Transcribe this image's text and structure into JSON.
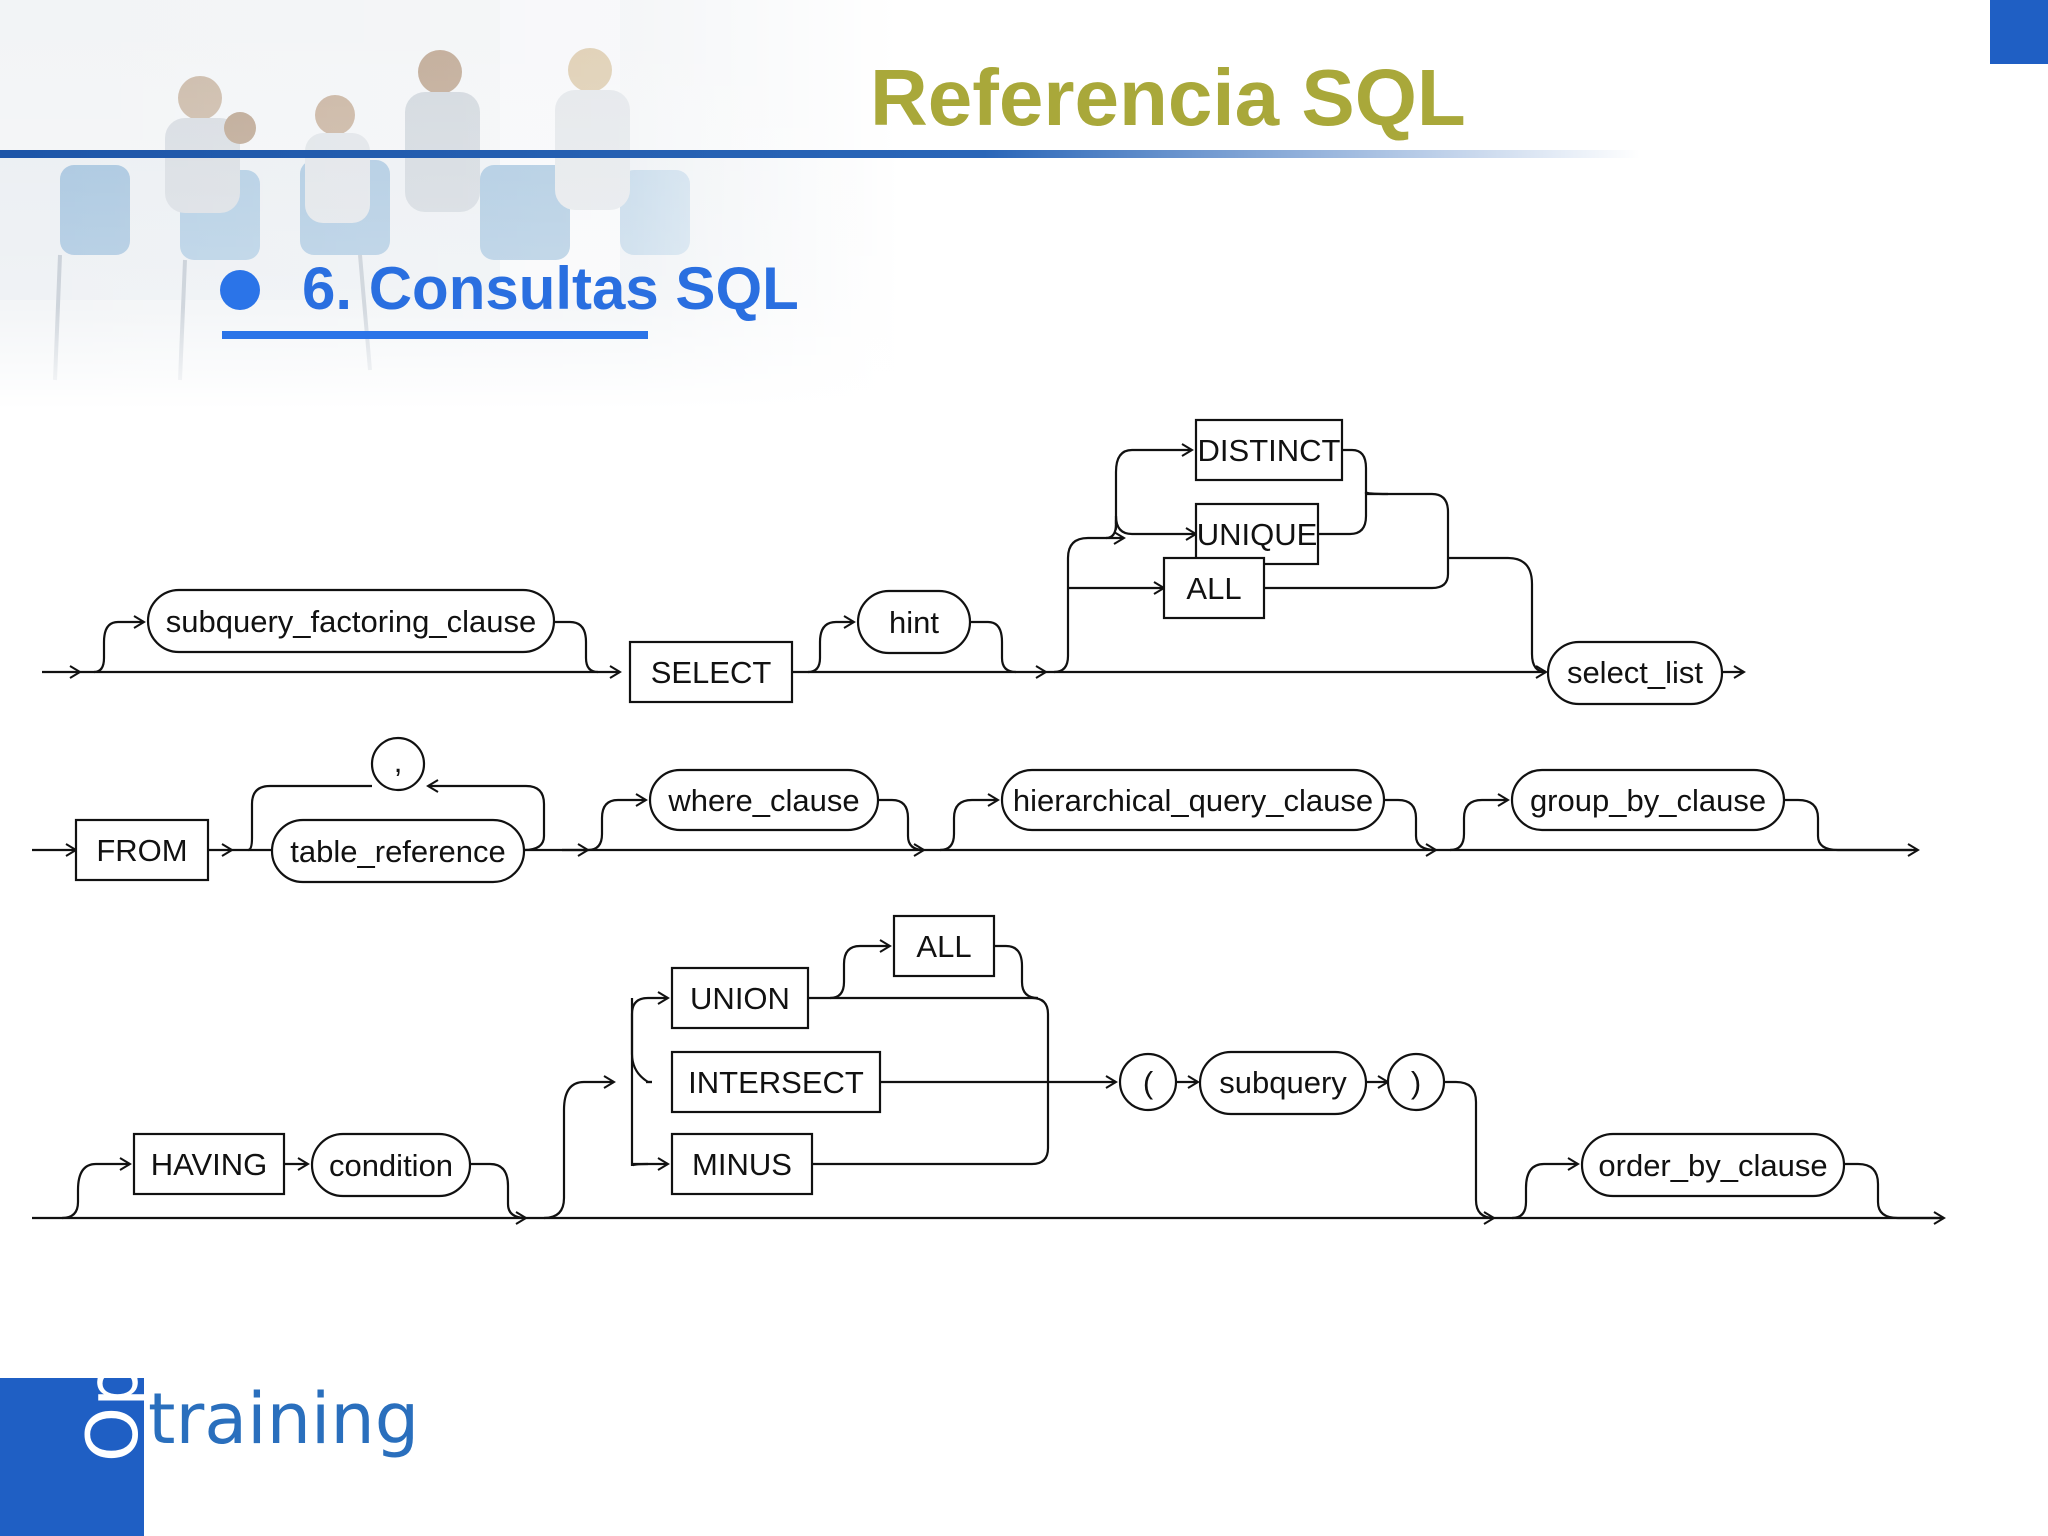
{
  "slide": {
    "title": "Referencia SQL",
    "subtitle": "6. Consultas SQL",
    "logo_open": "Open",
    "logo_training": "training"
  },
  "colors": {
    "title": "#a9a83a",
    "subtitle": "#2a6fe0",
    "brand_blue": "#1f5fc4",
    "line": "#111111"
  },
  "diagram": {
    "row1": {
      "subquery_factoring_clause": "subquery_factoring_clause",
      "select": "SELECT",
      "hint": "hint",
      "distinct": "DISTINCT",
      "unique": "UNIQUE",
      "all": "ALL",
      "select_list": "select_list"
    },
    "row2": {
      "from": "FROM",
      "comma": ",",
      "table_reference": "table_reference",
      "where_clause": "where_clause",
      "hierarchical_query_clause": "hierarchical_query_clause",
      "group_by_clause": "group_by_clause"
    },
    "row3": {
      "having": "HAVING",
      "condition": "condition",
      "union": "UNION",
      "all": "ALL",
      "intersect": "INTERSECT",
      "minus": "MINUS",
      "lparen": "(",
      "subquery": "subquery",
      "rparen": ")",
      "order_by_clause": "order_by_clause"
    }
  }
}
